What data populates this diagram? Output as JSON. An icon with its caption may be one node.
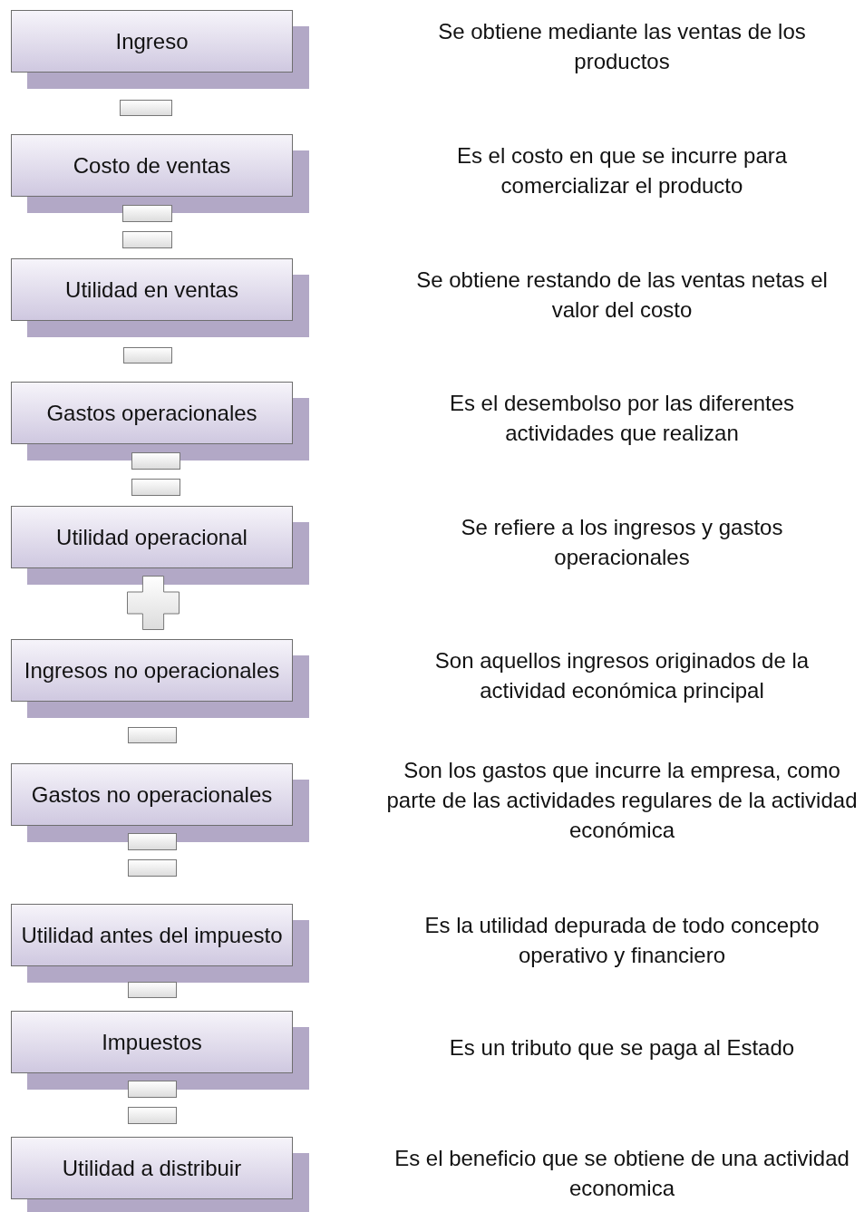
{
  "diagram": {
    "nodes": [
      {
        "text": [
          "Ingreso"
        ]
      },
      {
        "text": [],
        "shape": "minus"
      },
      {
        "text": [
          "Costo de ventas"
        ]
      },
      {
        "text": [],
        "shape": "equals"
      },
      {
        "text": [
          "Utilidad en ventas"
        ]
      },
      {
        "text": [],
        "shape": "minus"
      },
      {
        "text": [
          "Gastos operacionales"
        ]
      },
      {
        "text": [],
        "shape": "equals"
      },
      {
        "text": [
          "Utilidad operacional"
        ]
      },
      {
        "text": [],
        "shape": "plus"
      },
      {
        "text": [
          "Ingresos no operacionales"
        ]
      },
      {
        "text": [],
        "shape": "minus"
      },
      {
        "text": [
          "Gastos no operacionales"
        ]
      },
      {
        "text": [],
        "shape": "equals"
      },
      {
        "text": [
          "Utilidad antes del impuesto"
        ]
      },
      {
        "text": [],
        "shape": "minus"
      },
      {
        "text": [
          "Impuestos"
        ]
      },
      {
        "text": [],
        "shape": "equals"
      },
      {
        "text": [
          "Utilidad a distribuir"
        ]
      }
    ],
    "labels": [
      "Se obtiene mediante las ventas de los productos",
      "Es el costo en que se incurre para comercializar el producto",
      "Se obtiene restando de las ventas netas el valor del costo",
      "Es el desembolso por las diferentes actividades que realizan",
      "Se refiere a los ingresos y gastos operacionales",
      "Son aquellos ingresos originados de la actividad económica principal",
      "Son los gastos que incurre la empresa, como parte de las actividades regulares de la actividad económica",
      "Es la utilidad depurada de todo concepto operativo y financiero",
      "Es un tributo que se paga al Estado",
      "Es el beneficio que se obtiene de una actividad economica"
    ]
  }
}
